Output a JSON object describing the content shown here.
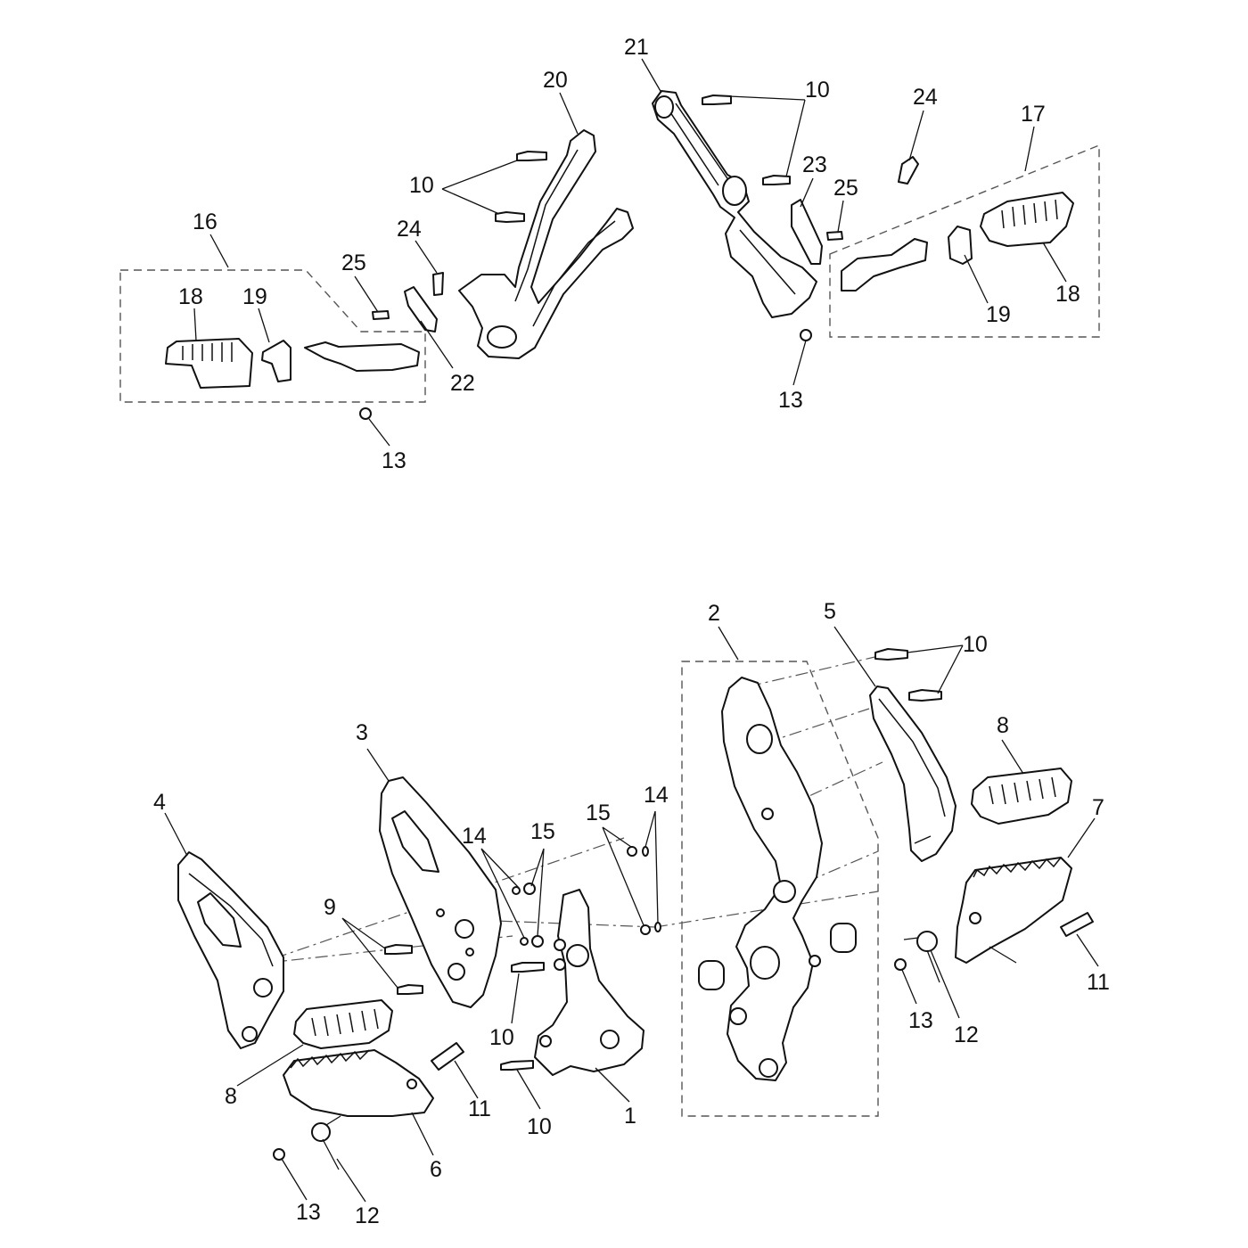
{
  "groups": [
    {
      "name": "upper-left-assembly",
      "labels": [
        "16",
        "18",
        "19",
        "25",
        "24",
        "22",
        "20",
        "10",
        "13"
      ]
    },
    {
      "name": "upper-right-assembly",
      "labels": [
        "21",
        "10",
        "23",
        "25",
        "24",
        "17",
        "18",
        "19",
        "13"
      ]
    },
    {
      "name": "lower-left-assembly",
      "labels": [
        "4",
        "3",
        "9",
        "14",
        "15",
        "8",
        "6",
        "11",
        "10",
        "13",
        "12",
        "1"
      ]
    },
    {
      "name": "lower-right-assembly",
      "labels": [
        "2",
        "5",
        "10",
        "15",
        "14",
        "8",
        "7",
        "11",
        "13",
        "12"
      ]
    }
  ],
  "callouts": {
    "c21": "21",
    "c20": "20",
    "c10a": "10",
    "c10b": "10",
    "c24a": "24",
    "c17": "17",
    "c16": "16",
    "c25a": "25",
    "c24b": "24",
    "c23": "23",
    "c25b": "25",
    "c18a": "18",
    "c19a": "19",
    "c22": "22",
    "c13a": "13",
    "c18b": "18",
    "c19b": "19",
    "c13b": "13",
    "c2": "2",
    "c5": "5",
    "c10c": "10",
    "c8a": "8",
    "c3": "3",
    "c4": "4",
    "c7": "7",
    "c14a": "14",
    "c15a": "15",
    "c15b": "15",
    "c14b": "14",
    "c9": "9",
    "c10d": "10",
    "c11a": "11",
    "c13c": "13",
    "c12a": "12",
    "c8b": "8",
    "c11b": "11",
    "c10e": "10",
    "c1": "1",
    "c6": "6",
    "c13d": "13",
    "c12b": "12"
  }
}
